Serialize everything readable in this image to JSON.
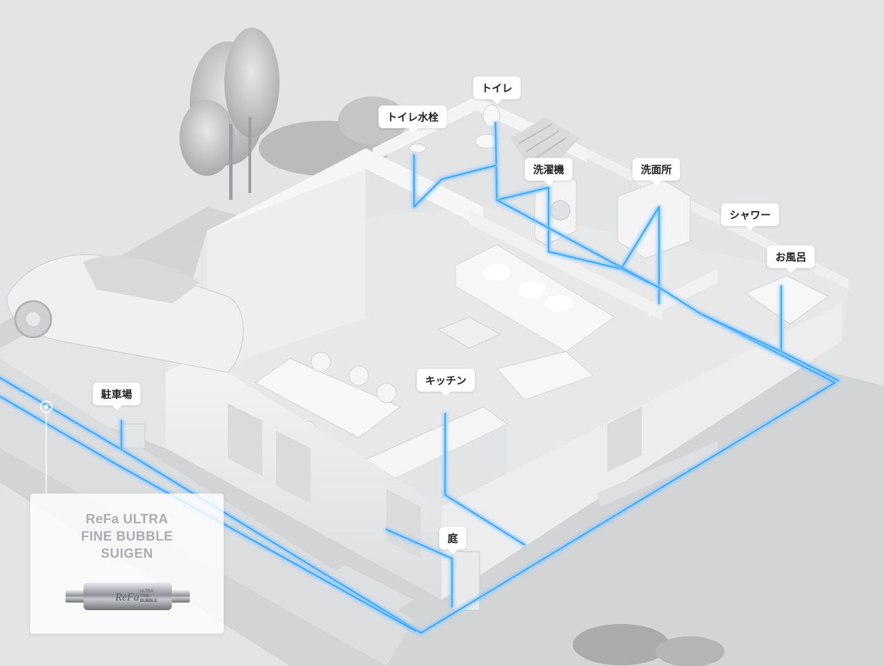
{
  "callouts": {
    "toilet_faucet": "トイレ水栓",
    "toilet": "トイレ",
    "washing_machine": "洗濯機",
    "washroom": "洗面所",
    "shower": "シャワー",
    "bath": "お風呂",
    "parking": "駐車場",
    "kitchen": "キッチン",
    "garden": "庭"
  },
  "product": {
    "name_lines": [
      "ReFa ULTRA",
      "FINE BUBBLE",
      "SUIGEN"
    ],
    "device_engraving": "ReFa",
    "device_small_text": [
      "ULTRA",
      "FINE",
      "BUBBLE"
    ]
  },
  "colors": {
    "pipe": "#3ea9ff",
    "pipe_glow": "#9fd6ff",
    "background": "#e3e4e6",
    "walls": "#f3f3f4",
    "floor": "#e9e9ea",
    "lawn": "#d0d1d3"
  }
}
